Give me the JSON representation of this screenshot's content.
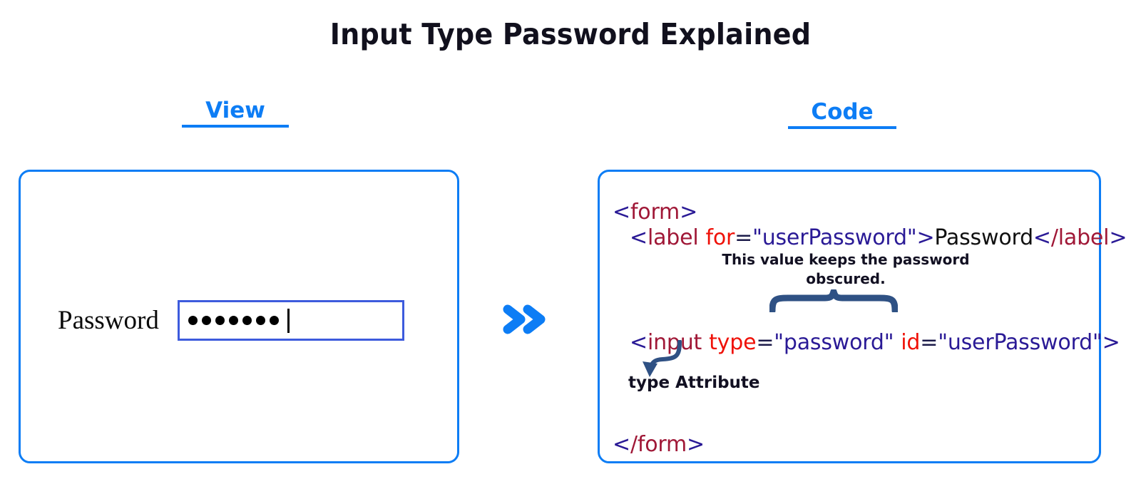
{
  "page": {
    "title": "Input Type Password Explained",
    "background": "#ffffff"
  },
  "colors": {
    "accent_blue": "#0d7df5",
    "input_border_blue": "#3d5bdd",
    "annotation_navy": "#2f5184",
    "tag_maroon": "#a01837",
    "attr_red": "#ef1108",
    "value_navy": "#2a1a96",
    "title_ink": "#11101d"
  },
  "sections": {
    "view": {
      "heading": "View",
      "field_label": "Password",
      "input": {
        "masked_value": "●●●●●●●",
        "dot_count": 7,
        "caret_visible": true,
        "placeholder": ""
      }
    },
    "code": {
      "heading": "Code",
      "lines": [
        {
          "id": "form-open",
          "tokens": [
            {
              "t": "bracket",
              "v": "<"
            },
            {
              "t": "tag",
              "v": "form"
            },
            {
              "t": "bracket",
              "v": ">"
            }
          ]
        },
        {
          "id": "label",
          "tokens": [
            {
              "t": "bracket",
              "v": "<"
            },
            {
              "t": "tag",
              "v": "label"
            },
            {
              "t": "space",
              "v": " "
            },
            {
              "t": "attr",
              "v": "for"
            },
            {
              "t": "eq",
              "v": "="
            },
            {
              "t": "val",
              "v": "\"userPassword\""
            },
            {
              "t": "bracket",
              "v": ">"
            },
            {
              "t": "text",
              "v": "Password"
            },
            {
              "t": "bracket",
              "v": "<"
            },
            {
              "t": "tag",
              "v": "/label"
            },
            {
              "t": "bracket",
              "v": ">"
            }
          ]
        },
        {
          "id": "input",
          "tokens": [
            {
              "t": "bracket",
              "v": "<"
            },
            {
              "t": "tag",
              "v": "input"
            },
            {
              "t": "space",
              "v": " "
            },
            {
              "t": "attr",
              "v": "type"
            },
            {
              "t": "eq",
              "v": "="
            },
            {
              "t": "val",
              "v": "\"password\""
            },
            {
              "t": "space",
              "v": " "
            },
            {
              "t": "attr",
              "v": "id"
            },
            {
              "t": "eq",
              "v": "="
            },
            {
              "t": "val",
              "v": "\"userPassword\""
            },
            {
              "t": "bracket",
              "v": ">"
            }
          ]
        },
        {
          "id": "form-close",
          "tokens": [
            {
              "t": "bracket",
              "v": "<"
            },
            {
              "t": "tag",
              "v": "/form"
            },
            {
              "t": "bracket",
              "v": ">"
            }
          ]
        }
      ],
      "annotations": {
        "obscured_note": "This value keeps the password obscured.",
        "type_attribute_note": "type Attribute"
      }
    }
  },
  "icons": {
    "flow_arrow": "double-chevron-right",
    "brace": "curly-brace-up",
    "callout_arrow": "curved-arrow-down-left"
  }
}
